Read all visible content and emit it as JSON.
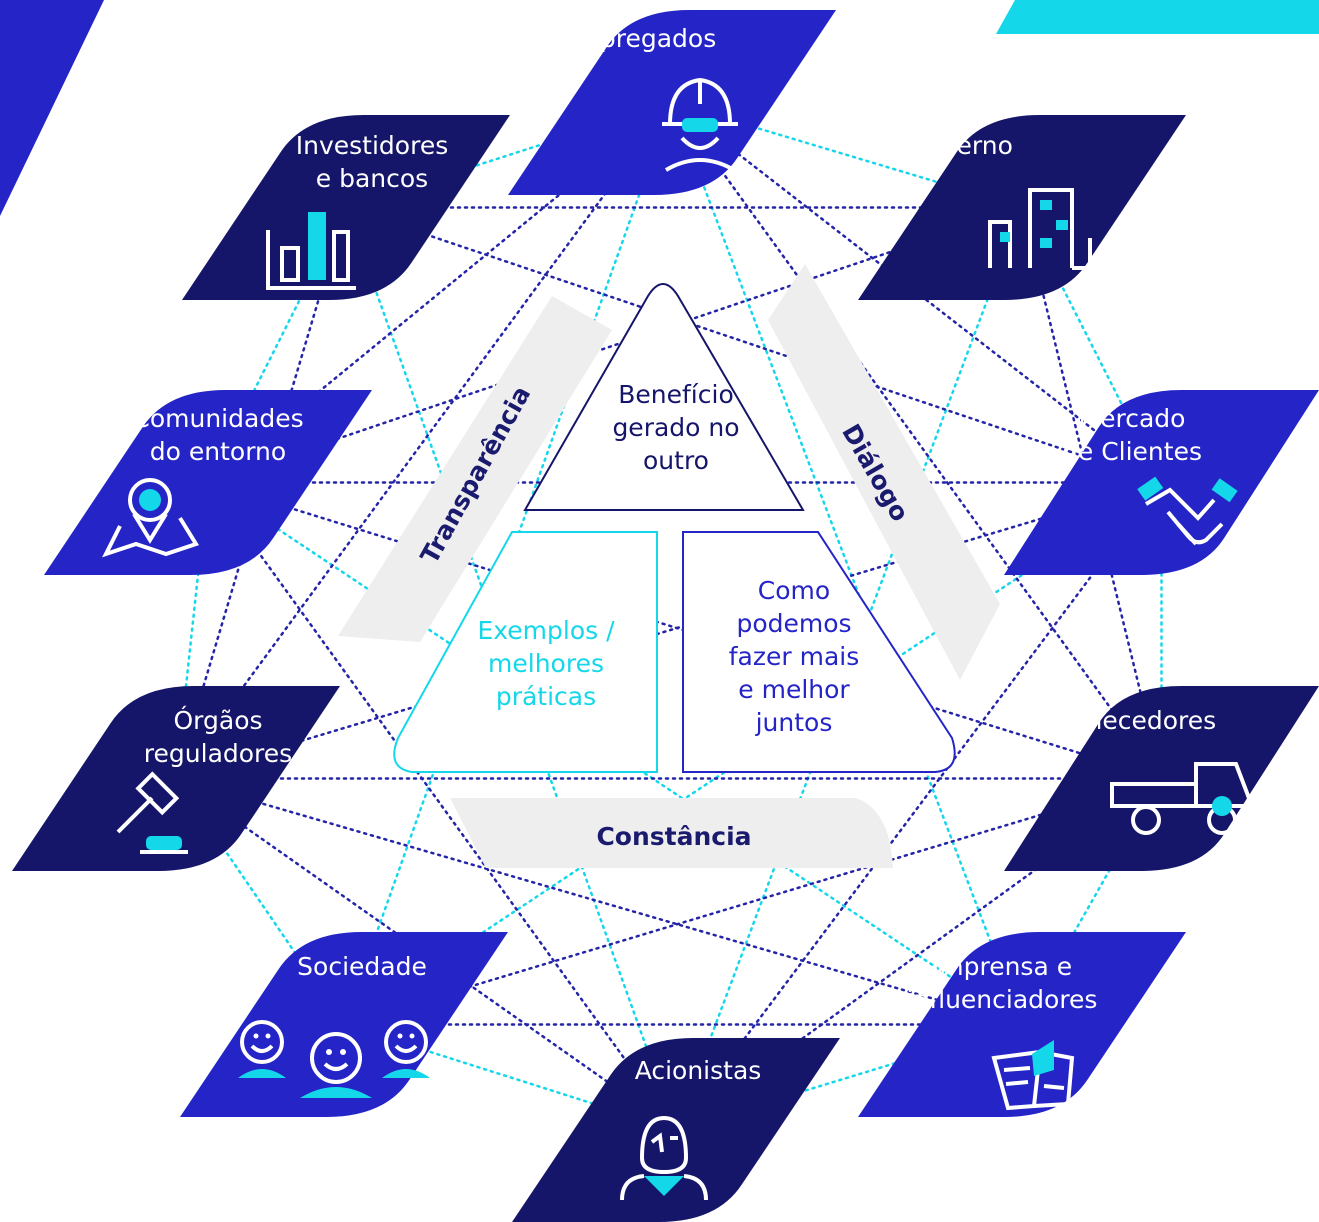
{
  "colors": {
    "navy": "#15156a",
    "royal": "#2424c7",
    "cyan": "#14d7ea",
    "band": "#eeeeee",
    "band_text": "#1a1a6e",
    "dot_navy": "#2424a8",
    "dot_cyan": "#14d7ea"
  },
  "stakeholders": {
    "empregados": {
      "label": "Empregados",
      "icon": "worker-helmet-icon",
      "color": "royal"
    },
    "governo": {
      "label": "Governo",
      "icon": "government-building-icon",
      "color": "navy"
    },
    "investidores": {
      "label": "Investidores\ne bancos",
      "icon": "bar-chart-icon",
      "color": "navy"
    },
    "comunidades": {
      "label": "Comunidades\ndo entorno",
      "icon": "map-pin-icon",
      "color": "royal"
    },
    "mercado": {
      "label": "Mercado\nde Clientes",
      "icon": "handshake-icon",
      "color": "royal"
    },
    "orgaos": {
      "label": "Órgãos\nreguladores",
      "icon": "gavel-icon",
      "color": "navy"
    },
    "fornecedores": {
      "label": "Fornecedores",
      "icon": "truck-icon",
      "color": "navy"
    },
    "sociedade": {
      "label": "Sociedade",
      "icon": "smiling-people-icon",
      "color": "royal"
    },
    "imprensa": {
      "label": "Imprensa e\ninfluenciadores",
      "icon": "newspaper-icon",
      "color": "royal"
    },
    "acionistas": {
      "label": "Acionistas",
      "icon": "shareholder-person-icon",
      "color": "navy"
    }
  },
  "triangle": {
    "top": "Benefício\ngerado no\noutro",
    "left": "Exemplos /\nmelhores\npráticas",
    "right": "Como\npodemos\nfazer mais\ne melhor\njuntos"
  },
  "bands": {
    "left": "Transparência",
    "right": "Diálogo",
    "bottom": "Constância"
  }
}
